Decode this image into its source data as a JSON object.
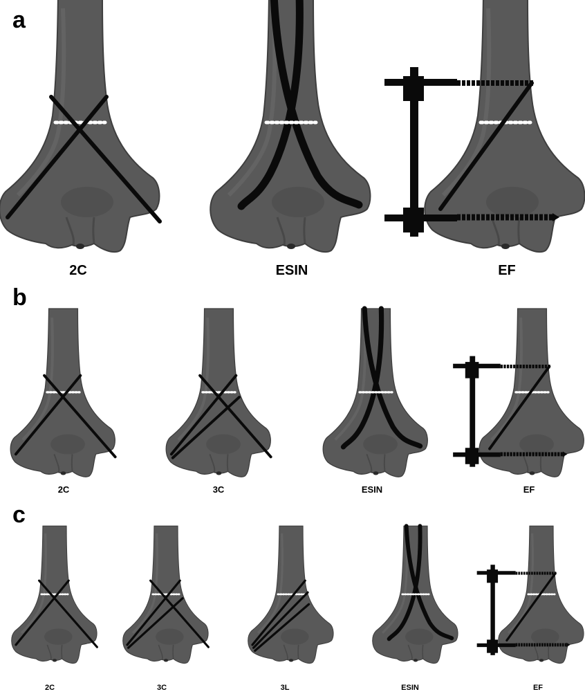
{
  "panels": {
    "a": {
      "letter": "a",
      "figures": [
        {
          "label": "2C",
          "fixation": "crossed-pins",
          "pin_count": 2
        },
        {
          "label": "ESIN",
          "fixation": "elastic-nails"
        },
        {
          "label": "EF",
          "fixation": "external-fixator"
        }
      ]
    },
    "b": {
      "letter": "b",
      "figures": [
        {
          "label": "2C",
          "fixation": "crossed-pins",
          "pin_count": 2
        },
        {
          "label": "3C",
          "fixation": "crossed-pins",
          "pin_count": 3
        },
        {
          "label": "ESIN",
          "fixation": "elastic-nails"
        },
        {
          "label": "EF",
          "fixation": "external-fixator"
        }
      ]
    },
    "c": {
      "letter": "c",
      "figures": [
        {
          "label": "2C",
          "fixation": "crossed-pins",
          "pin_count": 2
        },
        {
          "label": "3C",
          "fixation": "crossed-pins",
          "pin_count": 3
        },
        {
          "label": "3L",
          "fixation": "lateral-pins",
          "pin_count": 3
        },
        {
          "label": "ESIN",
          "fixation": "elastic-nails"
        },
        {
          "label": "EF",
          "fixation": "external-fixator"
        }
      ]
    }
  },
  "colors": {
    "background": "#ffffff",
    "bone": "#595959",
    "bone_shadow": "#3e3e3e",
    "implant": "#0a0a0a",
    "fracture_line": "#ffffff"
  }
}
